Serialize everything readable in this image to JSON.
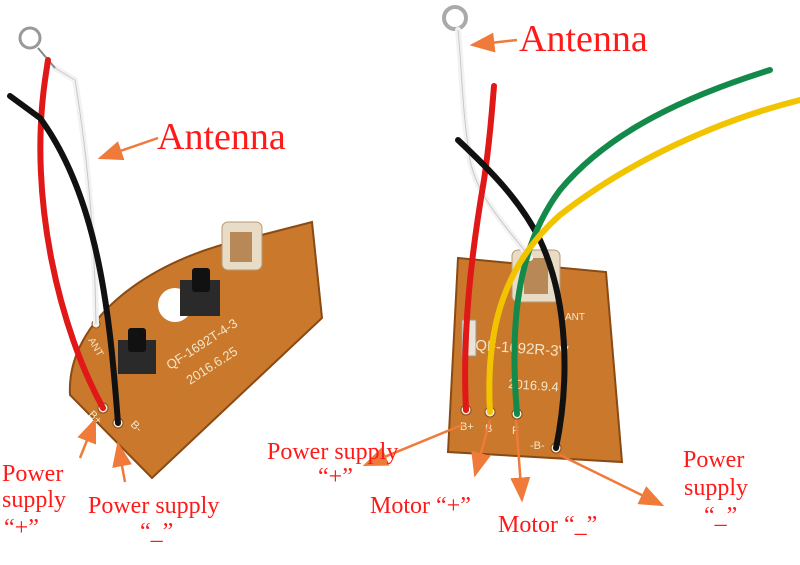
{
  "colors": {
    "board": "#c9782c",
    "board_edge": "#8a4a14",
    "label": "#ff1a1a",
    "arrow": "#f07a3a",
    "wire_red": "#e01818",
    "wire_black": "#111111",
    "wire_white": "#f2f2f2",
    "wire_green": "#138a4a",
    "wire_yellow": "#f2c400"
  },
  "left_board": {
    "silk_model": "QF-1692T-4-3",
    "silk_date": "2016.6.25",
    "pads": {
      "ant": "ANT",
      "bplus": "B+",
      "bminus": "B-"
    },
    "labels": {
      "antenna": "Antenna",
      "power_plus_line1": "Power",
      "power_plus_line2": "supply",
      "power_plus_line3": "“+”",
      "power_minus_line1": "Power supply",
      "power_minus_line2": "“_”"
    }
  },
  "right_board": {
    "silk_model": "QF-1692R-3V",
    "silk_date": "2016.9.4",
    "pads": {
      "ant": "ANT",
      "bplus": "B+",
      "b": "B",
      "f": "F",
      "bminus": "-B-"
    },
    "labels": {
      "antenna": "Antenna",
      "power_plus_line1": "Power supply",
      "power_plus_line2": "“+”",
      "motor_plus": "Motor “+”",
      "motor_minus": "Motor “_”",
      "power_minus_line1": "Power",
      "power_minus_line2": "supply",
      "power_minus_line3": "“_”"
    }
  }
}
